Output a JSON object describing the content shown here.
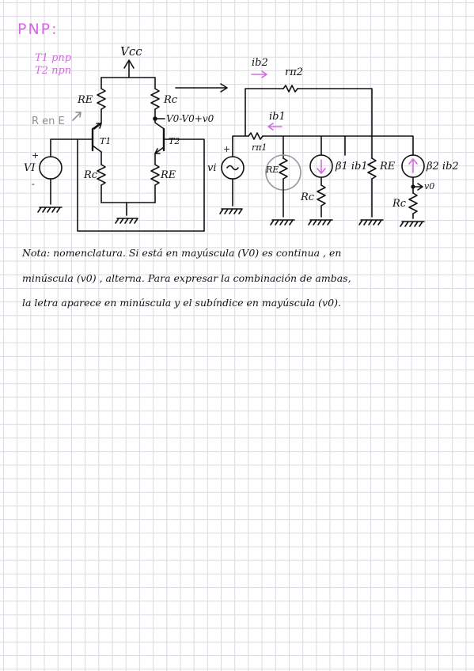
{
  "header": {
    "title": "PNP:",
    "t1": "T1 pnp",
    "t2": "T2 npn"
  },
  "annotation": {
    "r_en_e": "R en E"
  },
  "dc_circuit": {
    "vcc": "Vcc",
    "re_top": "RE",
    "rc_top": "Rc",
    "rc_bottom": "Rc",
    "re_bottom": "RE",
    "t1": "T1",
    "t2": "T2",
    "vin": "VI",
    "plus": "+",
    "minus": "-",
    "vout": "V0-V0+v0"
  },
  "small_signal": {
    "ib2": "ib2",
    "rpi2": "rπ2",
    "ib1": "ib1",
    "rpi1": "rπ1",
    "vi": "vi",
    "plus": "+",
    "re_circled": "RE",
    "beta1": "β1 ib1",
    "rc1": "Rc",
    "re2": "RE",
    "beta2": "β2 ib2",
    "vo": "v0",
    "rc2": "Rc"
  },
  "note": {
    "line1": "Nota: nomenclatura. Si está en mayúscula (V0) es continua , en",
    "line2": "minúscula (v0) , alterna. Para expresar la combinación de ambas,",
    "line3": "la letra aparece en minúscula y el subíndice en mayúscula (v0)."
  },
  "colors": {
    "ink": "#111111",
    "accent": "#d36be0",
    "annotation": "#8f8f8f",
    "grid": "#d9dbe3"
  }
}
